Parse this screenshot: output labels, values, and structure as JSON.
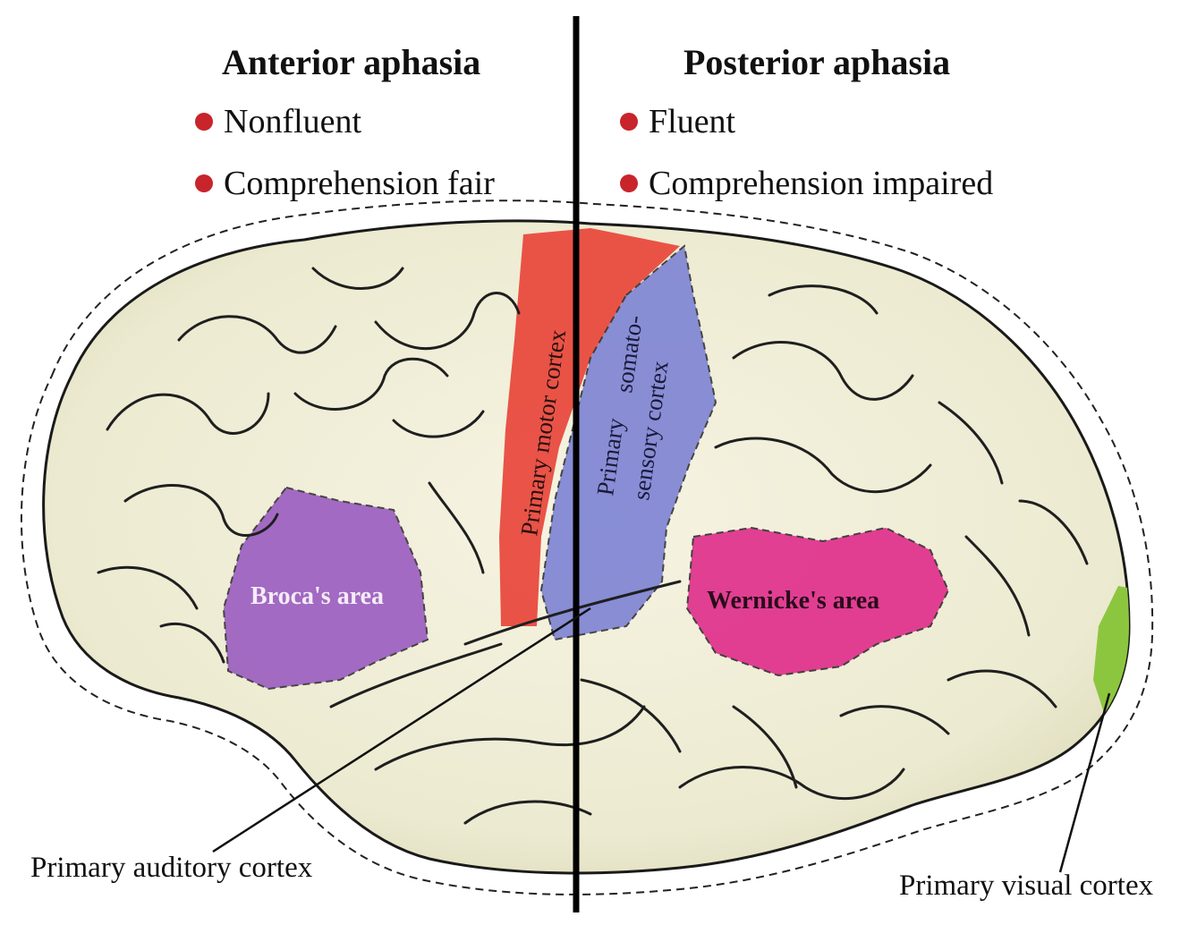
{
  "anterior": {
    "heading": "Anterior aphasia",
    "points": [
      "Nonfluent",
      "Comprehension fair"
    ]
  },
  "posterior": {
    "heading": "Posterior aphasia",
    "points": [
      "Fluent",
      "Comprehension impaired"
    ]
  },
  "regions": {
    "motor": "Primary motor cortex",
    "somato_line1": "Primary",
    "somato_line2": "somato-",
    "somato_line3": "sensory cortex",
    "broca": "Broca's area",
    "wernicke": "Wernicke's area"
  },
  "callouts": {
    "auditory": "Primary auditory cortex",
    "visual": "Primary visual cortex"
  },
  "colors": {
    "brain": "#efedd6",
    "motor": "#e8453a",
    "somatosensory": "#7d83d4",
    "broca": "#9a5cc0",
    "wernicke": "#e0308c",
    "visual": "#8cc63f",
    "bullet": "#c8242c"
  }
}
